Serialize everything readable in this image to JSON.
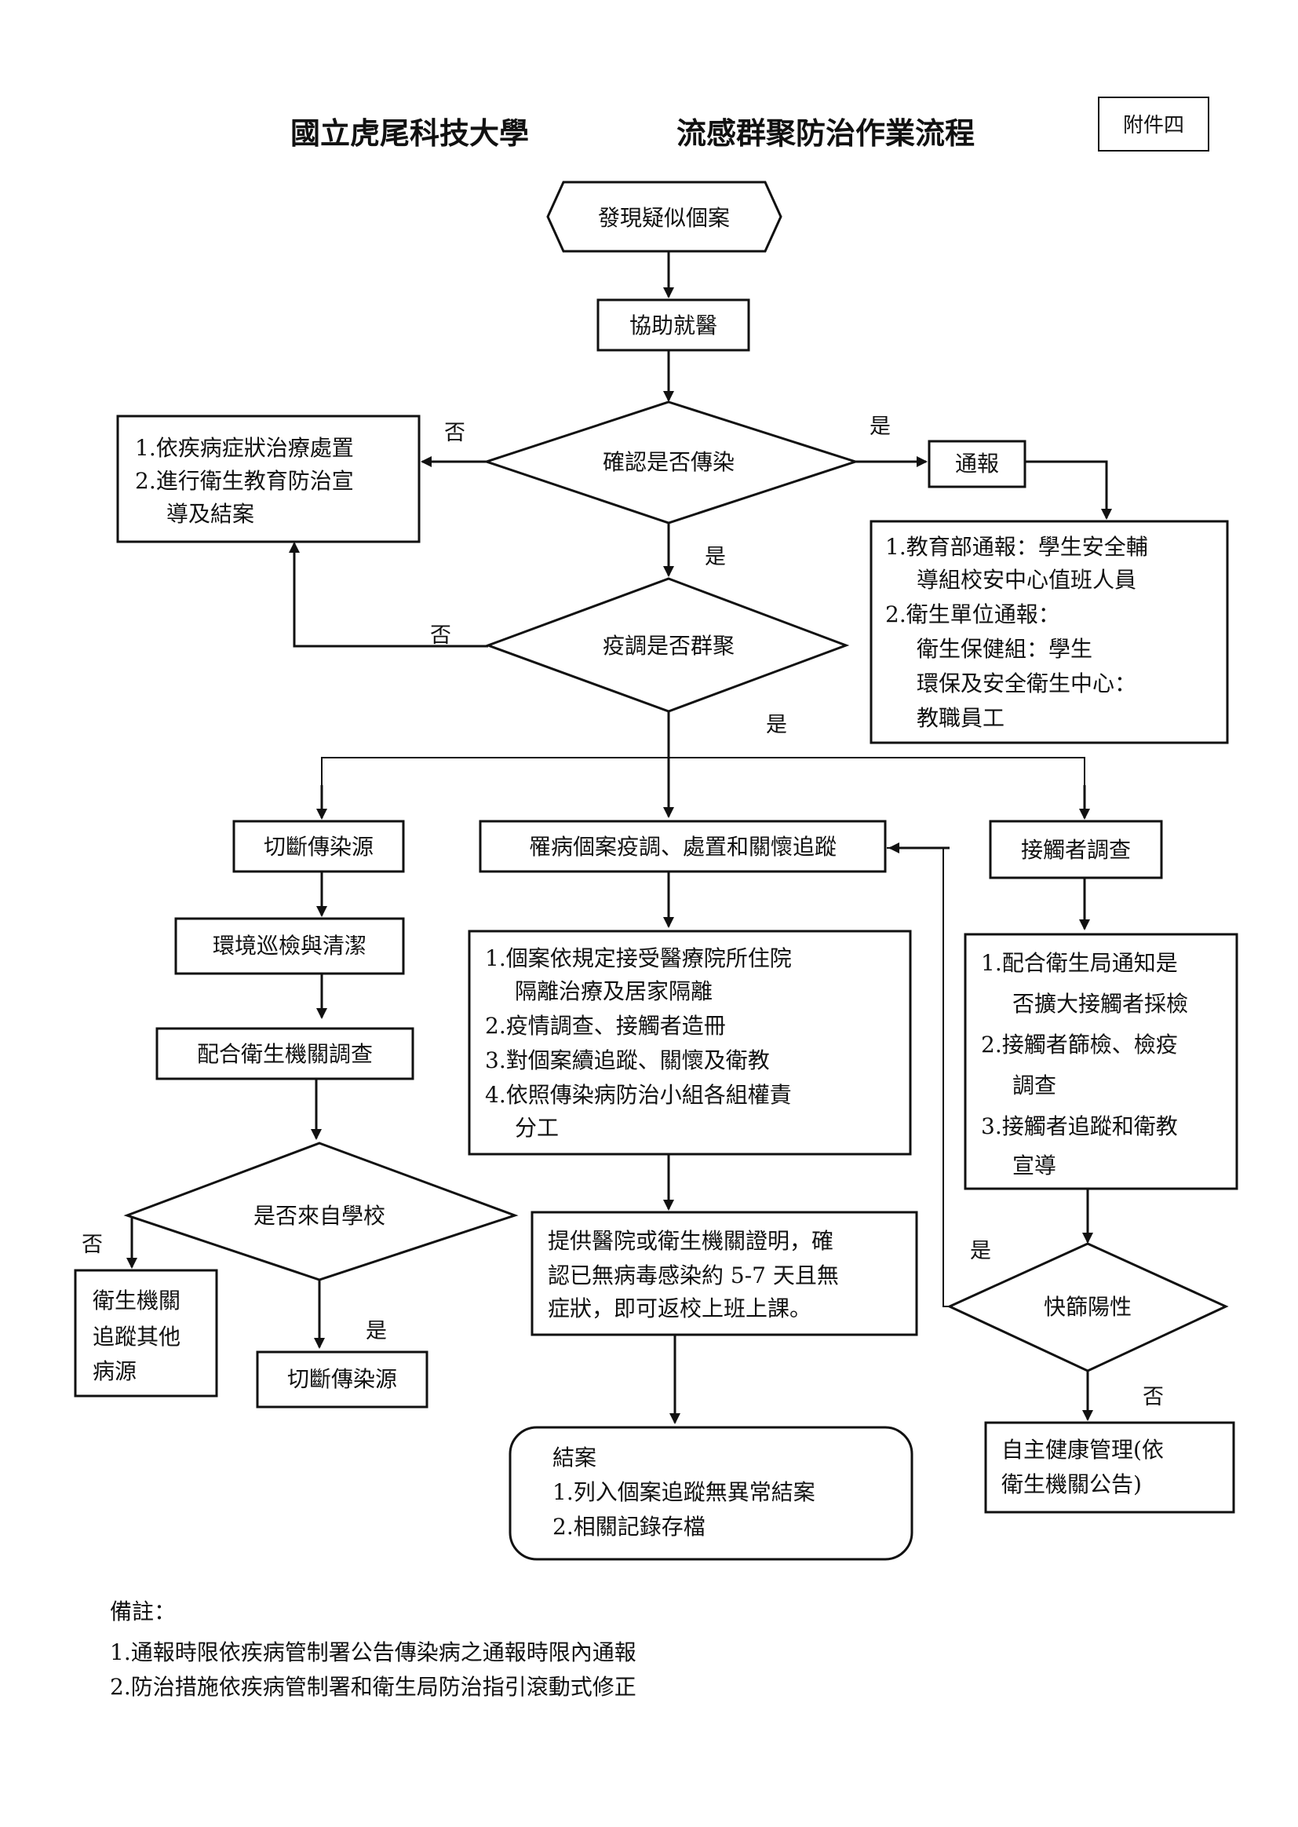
{
  "title": {
    "school": "國立虎尾科技大學",
    "flow": "流感群聚防治作業流程",
    "attachment": "附件四"
  },
  "nodes": {
    "start": "發現疑似個案",
    "assist": "協助就醫",
    "confirm": "確認是否傳染",
    "treat": [
      "1.依疾病症狀治療處置",
      "2.進行衛生教育防治宣",
      "導及結案"
    ],
    "report": "通報",
    "report_detail": [
      "1.教育部通報：學生安全輔",
      "導組校安中心值班人員",
      "2.衛生單位通報：",
      "衛生保健組：學生",
      "環保及安全衛生中心：",
      "教職員工"
    ],
    "survey": "疫調是否群聚",
    "cut_source": "切斷傳染源",
    "case_follow": "罹病個案疫調、處置和關懷追蹤",
    "contact_survey": "接觸者調查",
    "env_clean": "環境巡檢與清潔",
    "cooperate": "配合衛生機關調查",
    "case_detail": [
      "1.個案依規定接受醫療院所住院",
      "隔離治療及居家隔離",
      "2.疫情調查、接觸者造冊",
      "3.對個案續追蹤、關懷及衛教",
      "4.依照傳染病防治小組各組權責",
      "分工"
    ],
    "contact_detail": [
      "1.配合衛生局通知是",
      "否擴大接觸者採檢",
      "2.接觸者篩檢、檢疫",
      "調查",
      "3.接觸者追蹤和衛教",
      "宣導"
    ],
    "from_school": "是否來自學校",
    "health_other": [
      "衛生機關",
      "追蹤其他",
      "病源"
    ],
    "cut_source2": "切斷傳染源",
    "return_school": [
      "提供醫院或衛生機關證明，確",
      "認已無病毒感染約 5-7 天且無",
      "症狀，即可返校上班上課。"
    ],
    "rapid_test": "快篩陽性",
    "self_health": [
      "自主健康管理(依",
      "衛生機關公告)"
    ],
    "close_case": [
      "結案",
      "1.列入個案追蹤無異常結案",
      "2.相關記錄存檔"
    ]
  },
  "edge_labels": {
    "confirm_no": "否",
    "confirm_yes_right": "是",
    "confirm_yes_down": "是",
    "survey_no": "否",
    "survey_yes": "是",
    "school_no": "否",
    "school_yes": "是",
    "rapid_yes": "是",
    "rapid_no": "否"
  },
  "notes": {
    "heading": "備註：",
    "items": [
      "1.通報時限依疾病管制署公告傳染病之通報時限內通報",
      "2.防治措施依疾病管制署和衛生局防治指引滾動式修正"
    ]
  }
}
